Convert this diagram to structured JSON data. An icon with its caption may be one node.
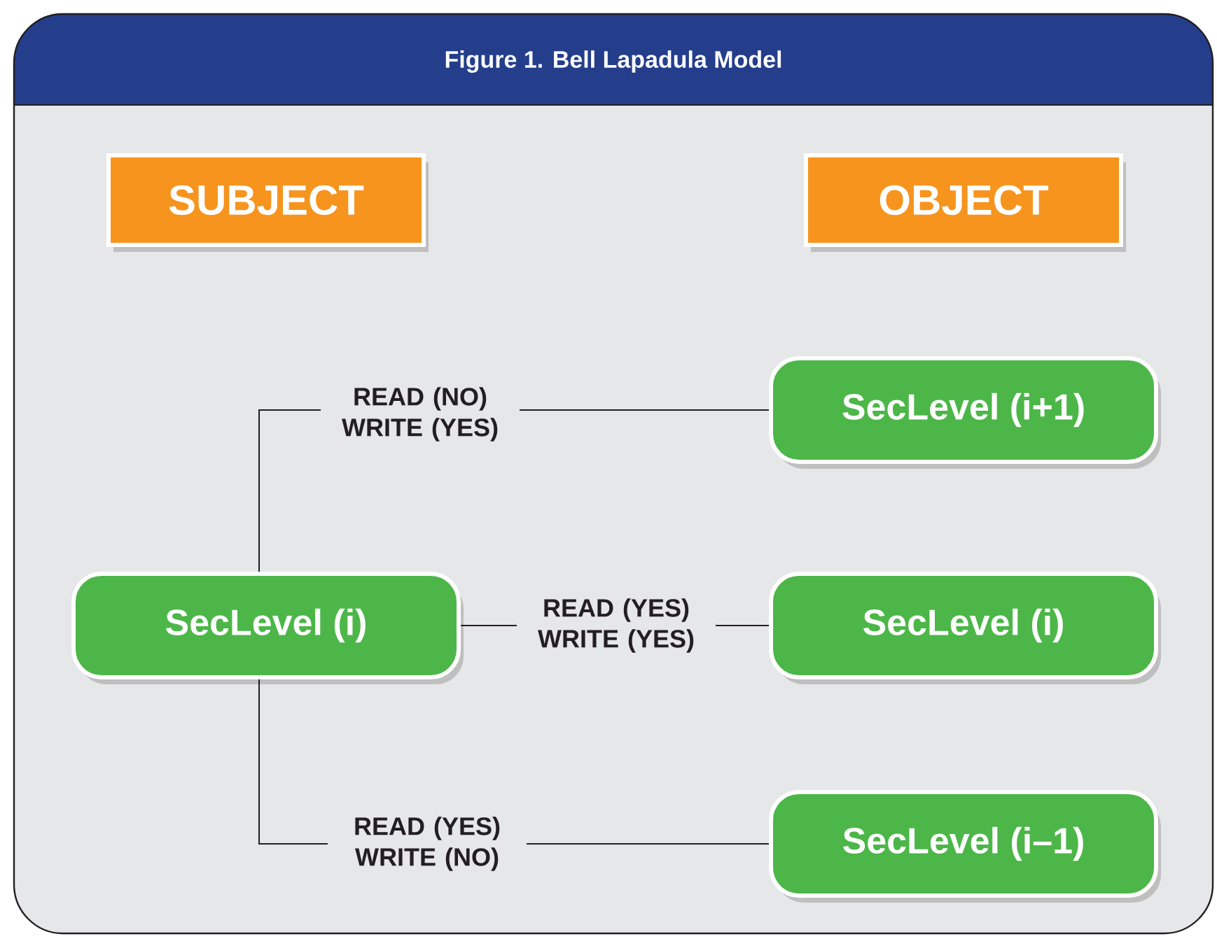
{
  "diagram": {
    "title": "**Figure 1.** Bell Lapadula Model",
    "nodes": [
      {
        "text": [
          "SUBJECT"
        ]
      },
      {
        "text": [
          "OBJECT"
        ]
      },
      {
        "text": [
          "SecLevel (i)"
        ]
      },
      {
        "text": [
          "SecLevel (i+1)"
        ]
      },
      {
        "text": [
          "SecLevel (i)"
        ]
      },
      {
        "text": [
          "SecLevel (i–1)"
        ]
      }
    ],
    "edges": [
      {
        "from": 2,
        "to": 3,
        "arrow": "none",
        "label": "READ (NO) WRITE (YES)"
      },
      {
        "from": 2,
        "to": 4,
        "arrow": "none",
        "label": "READ (YES) WRITE (YES)"
      },
      {
        "from": 2,
        "to": 5,
        "arrow": "none",
        "label": "READ (YES) WRITE (NO)"
      }
    ]
  }
}
